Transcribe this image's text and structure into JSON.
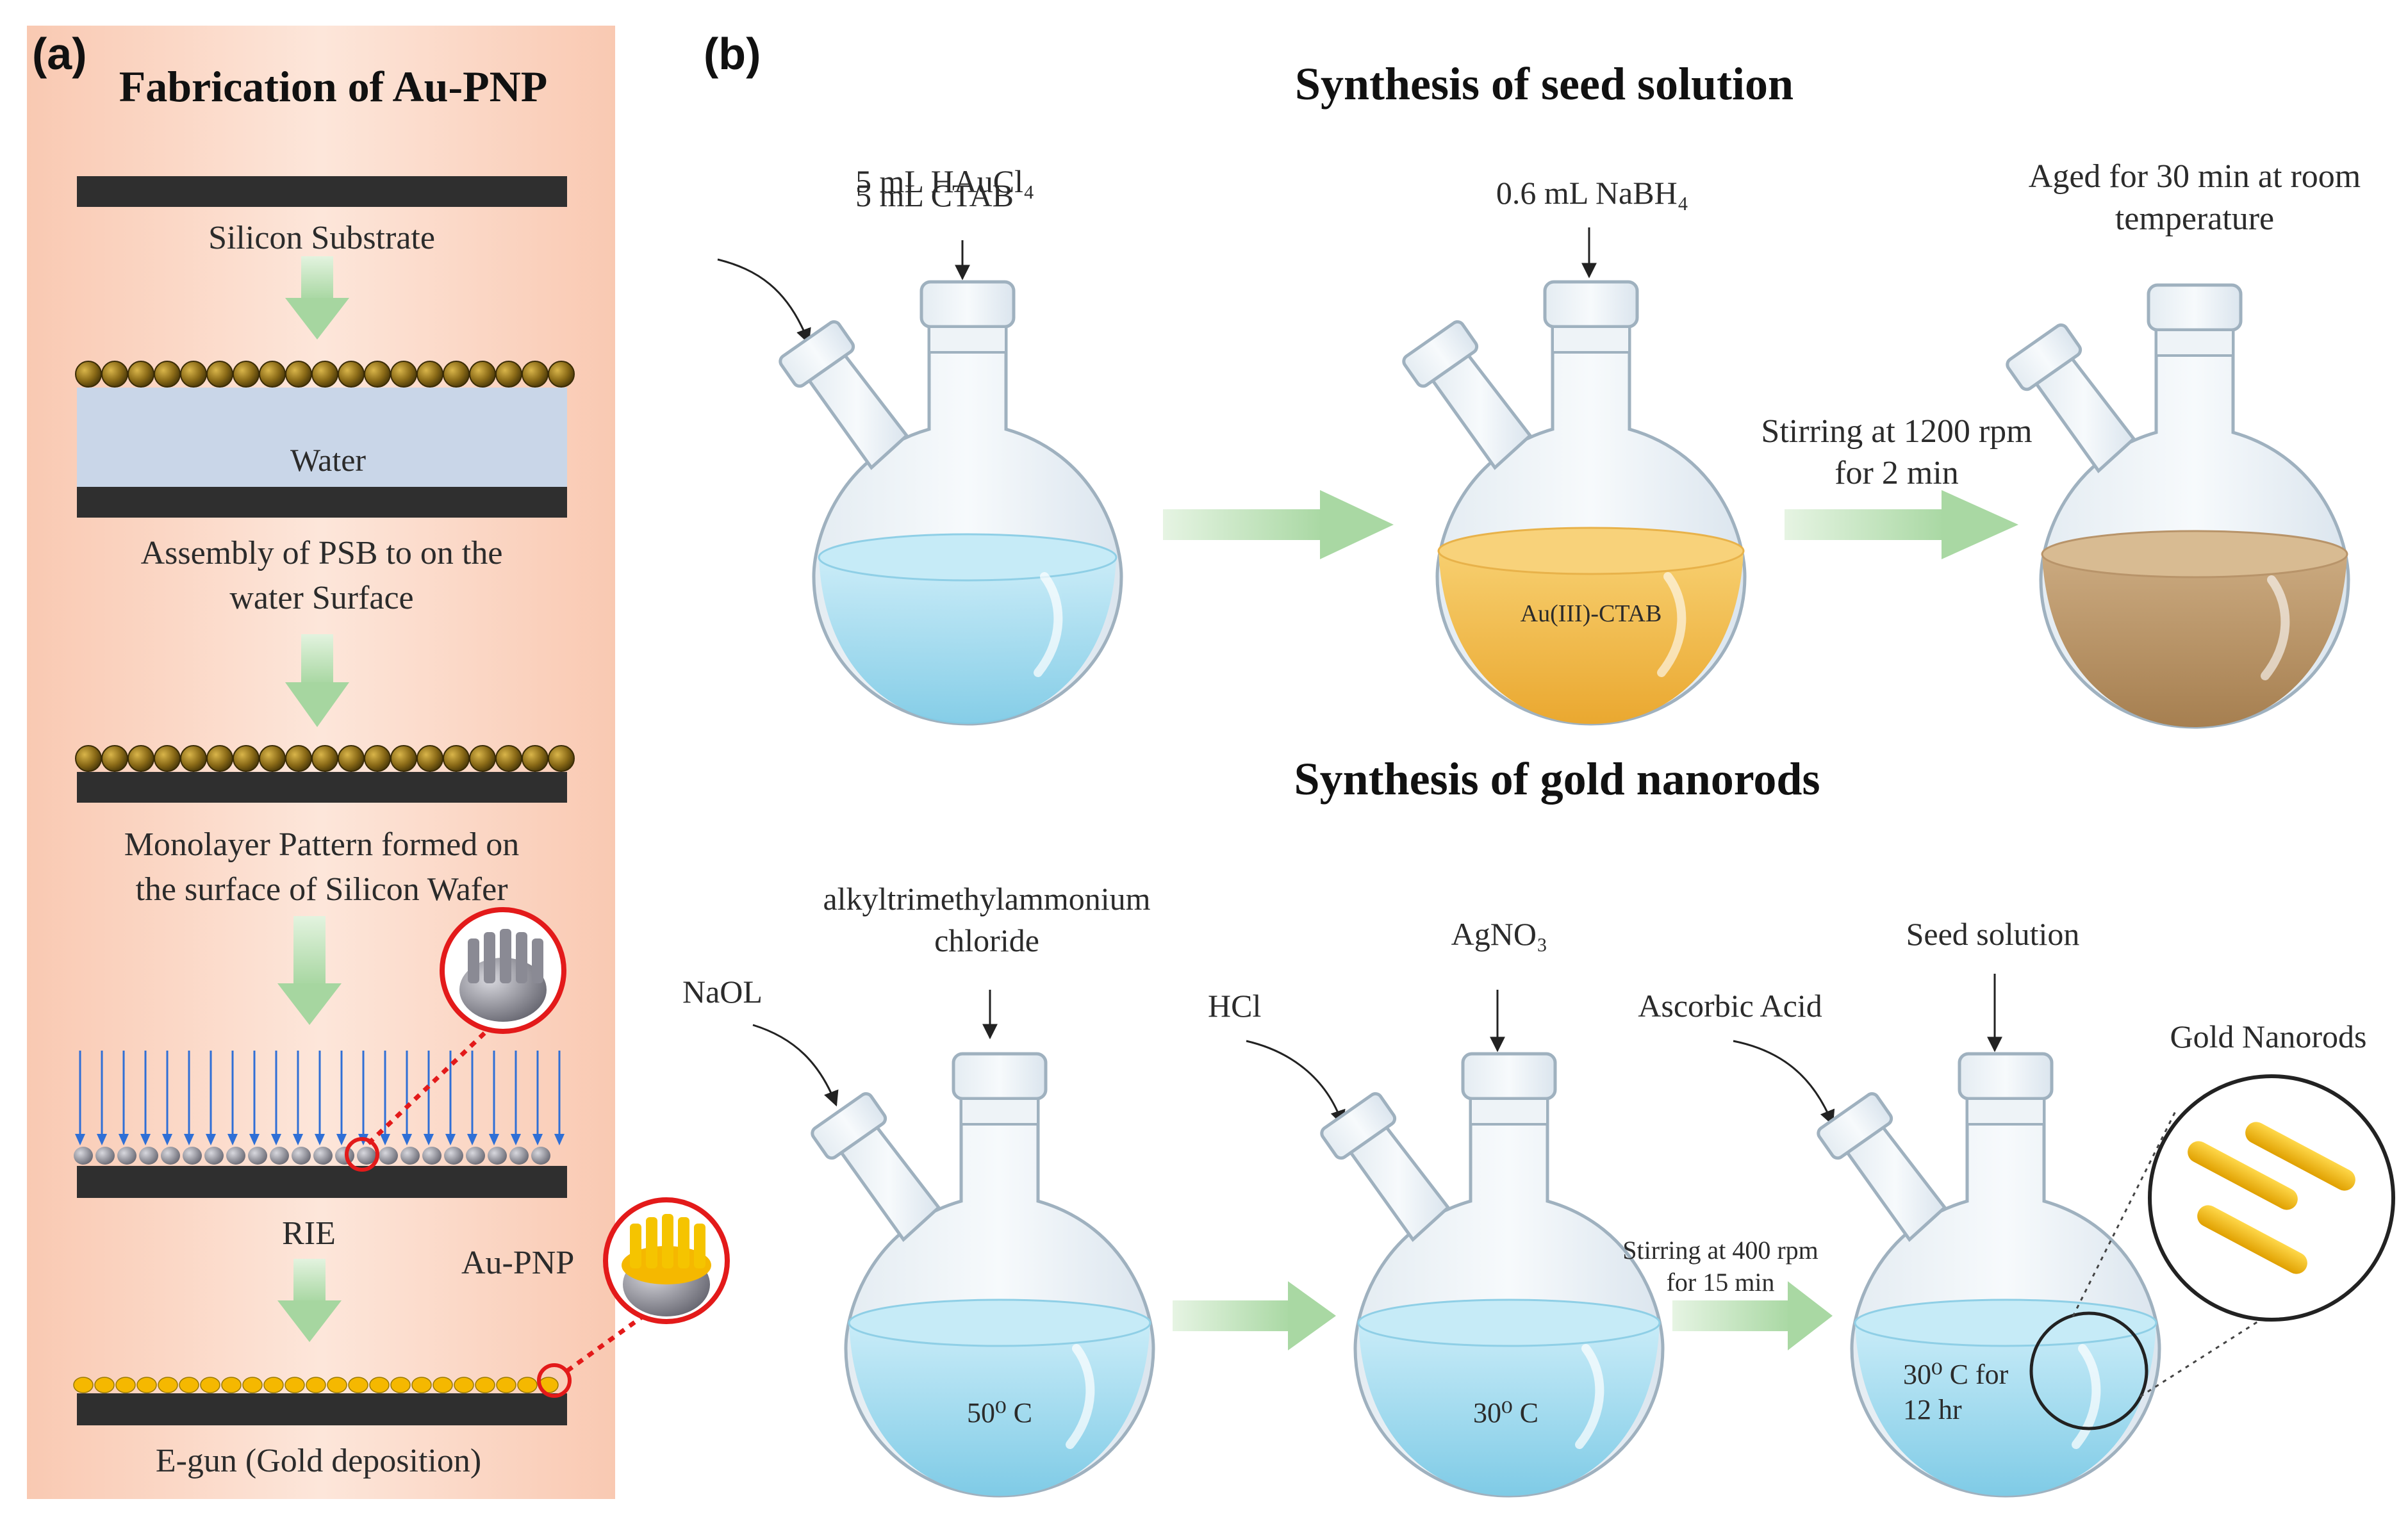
{
  "panel_a": {
    "label": "(a)",
    "title": "Fabrication of Au-PNP",
    "steps": {
      "silicon_substrate": "Silicon Substrate",
      "water": "Water",
      "assembly_line1": "Assembly  of  PSB to on the",
      "assembly_line2": "water Surface",
      "monolayer_line1": "Monolayer Pattern formed on",
      "monolayer_line2": "the surface  of Silicon Wafer",
      "rie": "RIE",
      "au_pnp": "Au-PNP",
      "egun": "E-gun (Gold deposition)"
    }
  },
  "panel_b": {
    "label": "(b)",
    "seed": {
      "title": "Synthesis of seed solution",
      "ctab": "5 mL CTAB",
      "haucl4": "5 mL HAuCl₄",
      "nabh4": "0.6 mL NaBH₄",
      "flask_label": "Au(III)-CTAB",
      "stir_line1": "Stirring at 1200 rpm",
      "stir_line2": "for 2 min",
      "aged_line1": "Aged for 30 min at room",
      "aged_line2": "temperature"
    },
    "nanorods": {
      "title": "Synthesis of gold nanorods",
      "naol": "NaOL",
      "alkyl_line1": "alkyltrimethylammonium",
      "alkyl_line2": "chloride",
      "flask1_temp": "50⁰ C",
      "hcl": "HCl",
      "agno3": "AgNO₃",
      "flask2_temp": "30⁰ C",
      "stir_line1": "Stirring at 400 rpm",
      "stir_line2": "for 15 min",
      "ascorbic": "Ascorbic Acid",
      "seed_solution": "Seed solution",
      "flask3_line1": "30⁰ C for",
      "flask3_line2": "12 hr",
      "gold_nanorods": "Gold Nanorods"
    }
  },
  "colors": {
    "panel_bg": "#fbd9c8",
    "substrate": "#2f2f2f",
    "sphere": "#8a6a17",
    "water_layer": "#c9d6e8",
    "arrow_green": "#b8dfb4",
    "blue_liquid": "#a8dcef",
    "yellow_liquid": "#f2b84a",
    "brown_liquid": "#b89468",
    "red_circle": "#e31a1a",
    "gold": "#f5b800",
    "blue_arrow": "#2f6fd6"
  }
}
